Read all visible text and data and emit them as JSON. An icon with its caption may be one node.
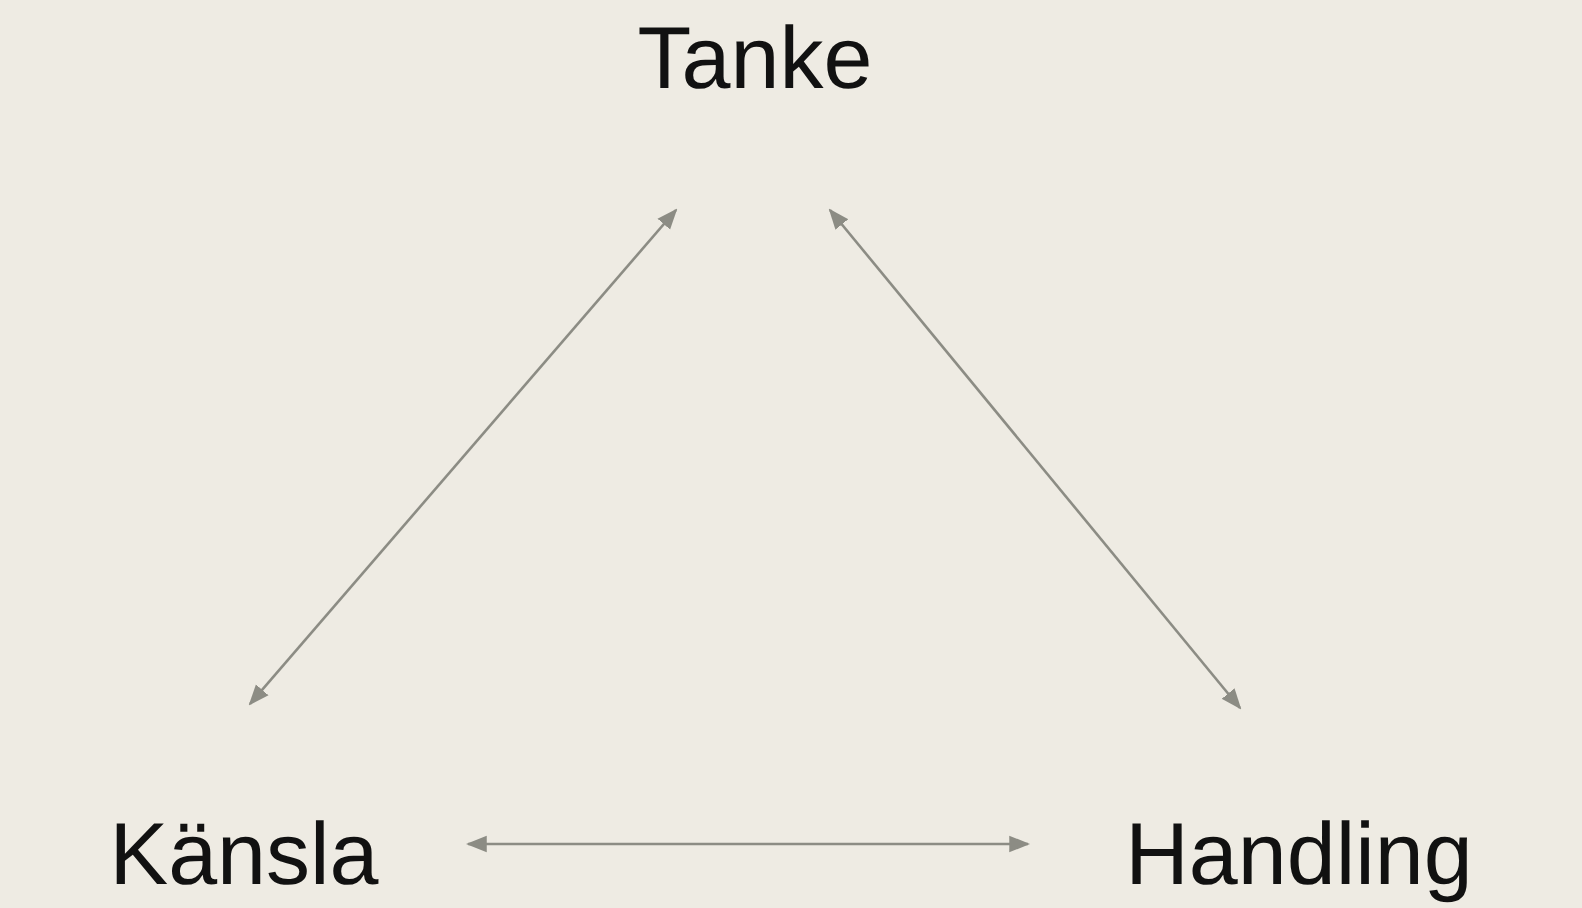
{
  "diagram": {
    "nodes": [
      {
        "text": [
          "Tanke"
        ]
      },
      {
        "text": [
          "Känsla"
        ]
      },
      {
        "text": [
          "Handling"
        ]
      }
    ],
    "edges": [
      {
        "from": 0,
        "to": 1,
        "arrow": "both"
      },
      {
        "from": 0,
        "to": 2,
        "arrow": "both"
      },
      {
        "from": 1,
        "to": 2,
        "arrow": "both"
      }
    ]
  }
}
